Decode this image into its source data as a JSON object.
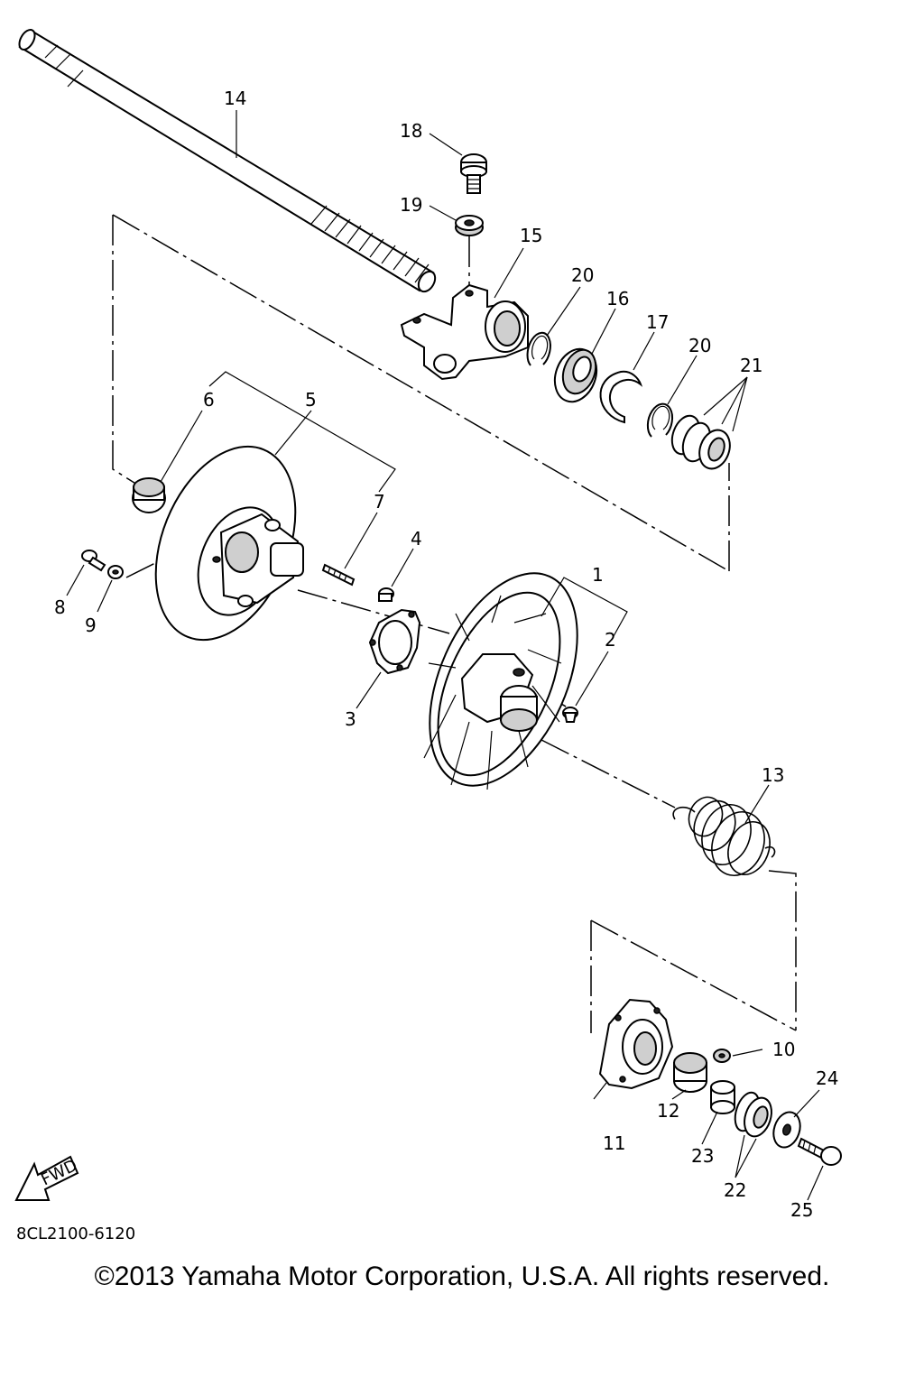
{
  "diagram": {
    "code": "8CL2100-6120",
    "fwd_label": "FWD",
    "callouts": {
      "p1": "1",
      "p2": "2",
      "p3": "3",
      "p4": "4",
      "p5": "5",
      "p6": "6",
      "p7": "7",
      "p8": "8",
      "p9": "9",
      "p10": "10",
      "p11": "11",
      "p12": "12",
      "p13": "13",
      "p14": "14",
      "p15": "15",
      "p16": "16",
      "p17": "17",
      "p18": "18",
      "p19": "19",
      "p20a": "20",
      "p20b": "20",
      "p21": "21",
      "p22": "22",
      "p23": "23",
      "p24": "24",
      "p25": "25"
    }
  },
  "footer": {
    "copyright": "©2013 Yamaha Motor Corporation, U.S.A. All rights reserved."
  }
}
